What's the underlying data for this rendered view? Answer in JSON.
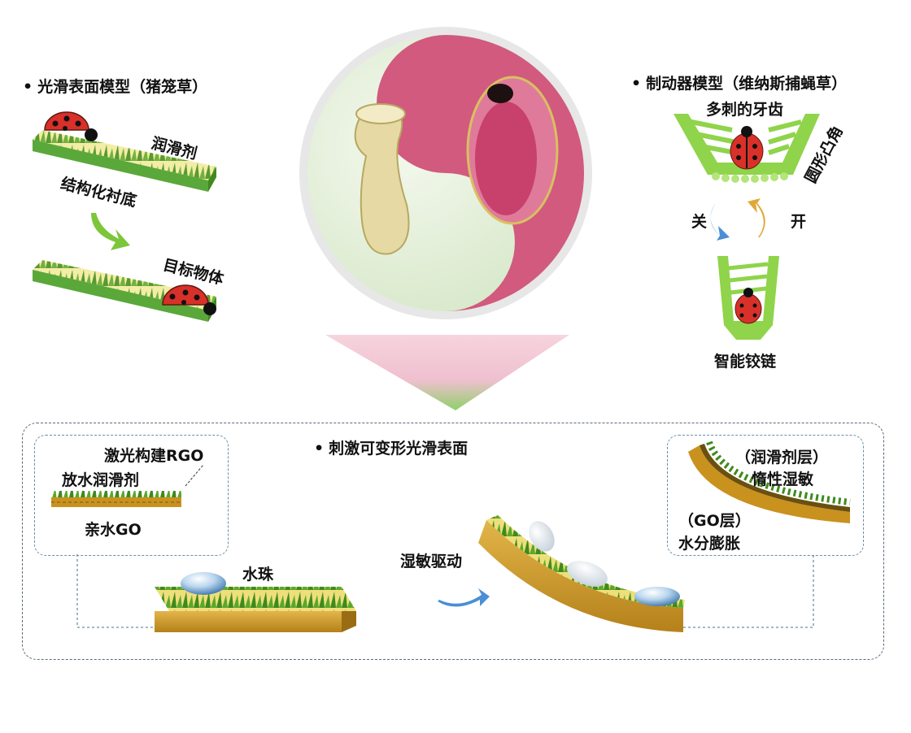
{
  "left_panel": {
    "title": "光滑表面模型（猪笼草）",
    "lubricant": "润滑剂",
    "substrate": "结构化衬底",
    "target": "目标物体"
  },
  "right_panel": {
    "title": "制动器模型（维纳斯捕蝇草）",
    "teeth": "多刺的牙齿",
    "convex": "圆形凸角",
    "close": "关",
    "open": "开",
    "hinge": "智能铰链"
  },
  "bottom_panel": {
    "title": "刺激可变形光滑表面",
    "laser_rgo": "激光构建RGO",
    "hydrophobic_lubricant": "放水润滑剂",
    "hydrophilic_go": "亲水GO",
    "droplet": "水珠",
    "humidity_drive": "湿敏驱动",
    "lubricant_layer": "（润滑剂层）",
    "inert_humidity": "惰性湿敏",
    "go_layer": "（GO层）",
    "water_swelling": "水分膨胀"
  },
  "colors": {
    "green": "#7cc63a",
    "dark_green": "#3f8a1e",
    "yellow_film": "#f3eda6",
    "gold": "#c9921e",
    "pink": "#d9597a",
    "frame": "#5a6b7a"
  }
}
